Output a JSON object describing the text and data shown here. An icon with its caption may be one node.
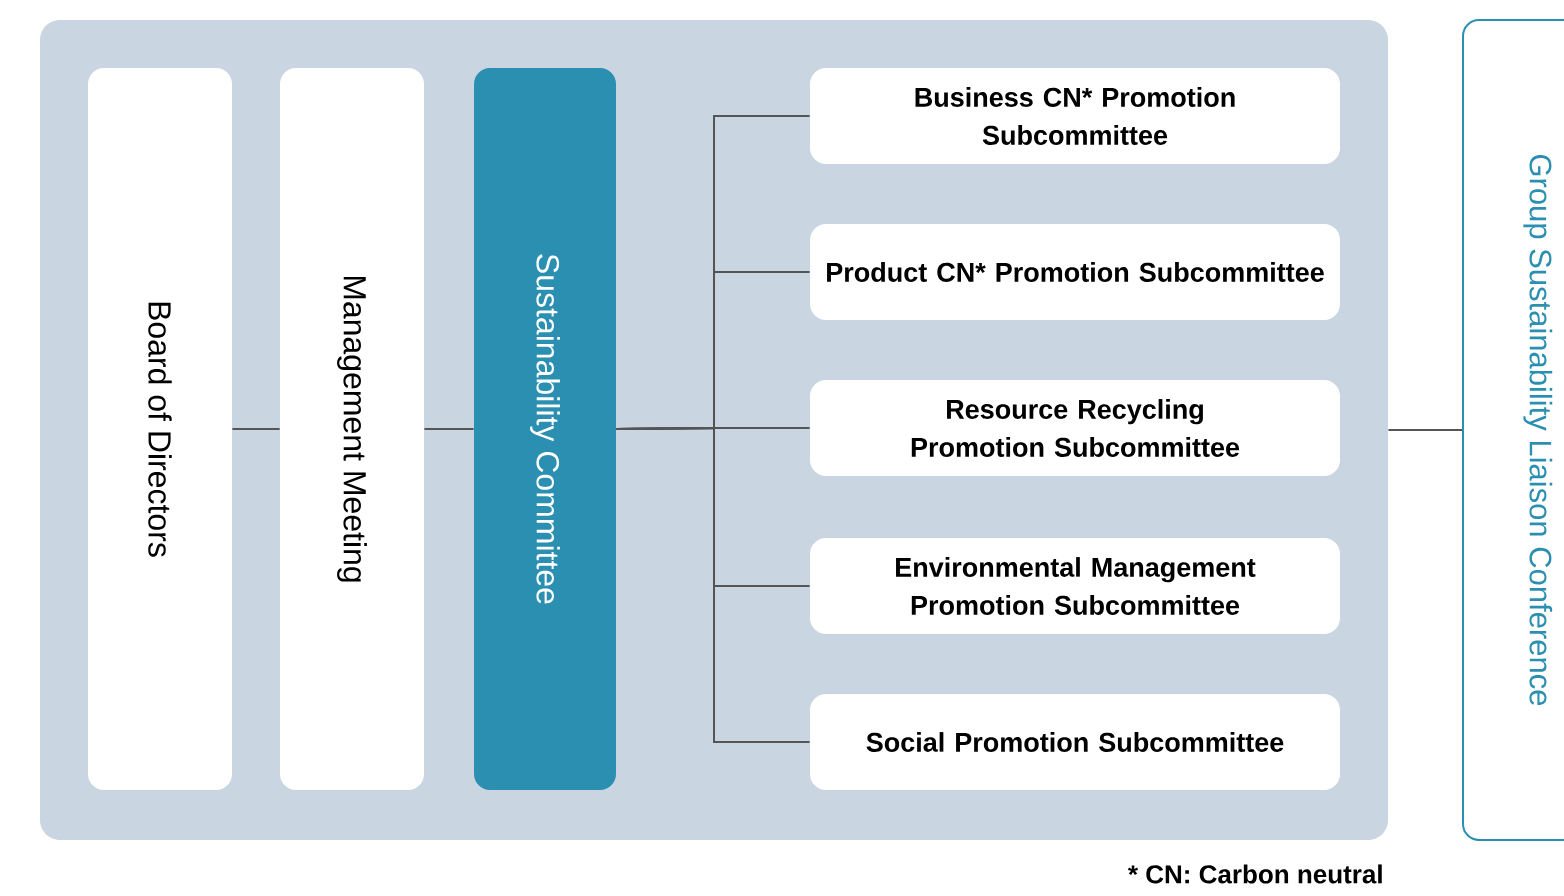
{
  "diagram": {
    "nodes": [
      {
        "text": [],
        "shape": "box"
      },
      {
        "text": [
          "Board of Directors"
        ],
        "in": 0
      },
      {
        "text": [
          "Management Meeting"
        ],
        "in": 0
      },
      {
        "text": [
          "Sustainability Committee"
        ],
        "in": 0
      },
      {
        "text": [
          "Business CN* Promotion Subcommittee"
        ],
        "in": 0
      },
      {
        "text": [
          "Product CN* Promotion Subcommittee"
        ],
        "in": 0
      },
      {
        "text": [
          "Resource Recycling Promotion Subcommittee"
        ],
        "in": 0
      },
      {
        "text": [
          "Environmental Management Promotion Subcommittee"
        ],
        "in": 0
      },
      {
        "text": [
          "Social Promotion Subcommittee"
        ],
        "in": 0
      },
      {
        "text": [
          "Group Sustainability Liaison Conference"
        ]
      }
    ],
    "edges": [
      {
        "from": 1,
        "to": 2,
        "arrow": "none"
      },
      {
        "from": 2,
        "to": 3,
        "arrow": "none"
      },
      {
        "from": 3,
        "to": 4,
        "arrow": "none"
      },
      {
        "from": 3,
        "to": 5,
        "arrow": "none"
      },
      {
        "from": 3,
        "to": 6,
        "arrow": "none"
      },
      {
        "from": 3,
        "to": 7,
        "arrow": "none"
      },
      {
        "from": 3,
        "to": 8,
        "arrow": "none"
      },
      {
        "from": 0,
        "to": 9,
        "arrow": "none"
      }
    ],
    "labels": [
      "*  CN: Carbon neutral"
    ]
  }
}
